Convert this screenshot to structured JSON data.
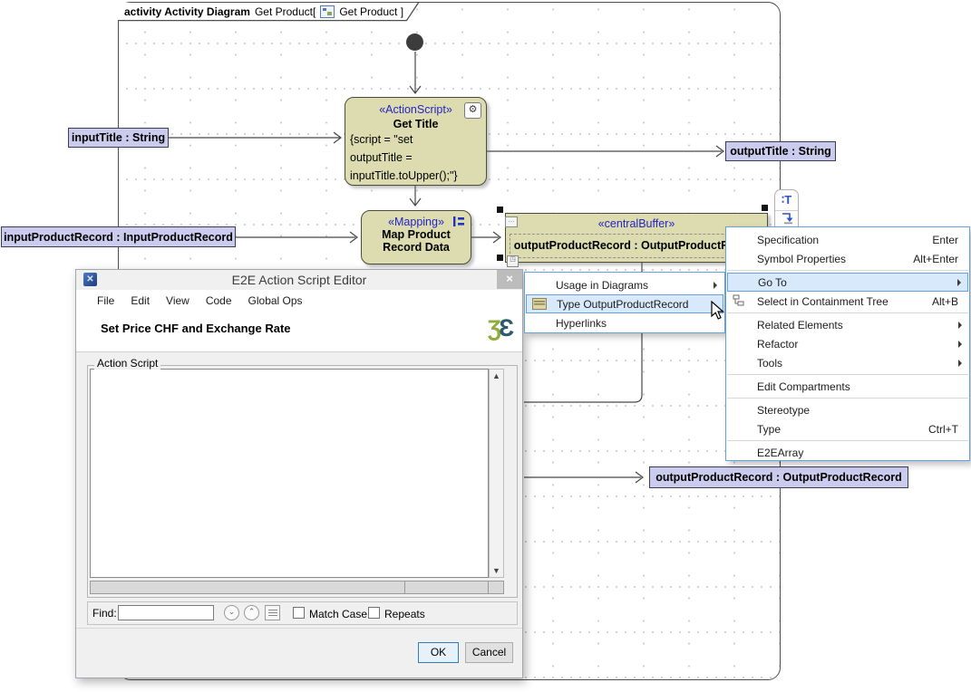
{
  "colors": {
    "node_fill": "#dcdcb0",
    "node_border": "#4c4c38",
    "param_fill": "#cbcbee",
    "param_border": "#3c3c55",
    "stereotype_text": "#2424c4",
    "menu_border": "#63a2e0",
    "menu_highlight": "#d7e9fb",
    "focus_button_border": "#2d7dc1",
    "grid_dot": "#c9c9c9",
    "connector": "#474747",
    "close_button_bg": "#bcbcbc"
  },
  "frame": {
    "title_bold": "activity Activity Diagram",
    "title_context": "Get Product[",
    "title_suffix": "Get Product ]",
    "icon": "activity-diagram-icon"
  },
  "nodes": {
    "get_title": {
      "stereotype": "«ActionScript»",
      "name": "Get Title",
      "script_line1": "{script = \"set",
      "script_line2": "outputTitle =",
      "script_line3": "inputTitle.toUpper();\"}",
      "icon": "gear-icon"
    },
    "map_product": {
      "stereotype": "«Mapping»",
      "name_line1": "Map Product",
      "name_line2": "Record Data",
      "icon": "mapping-icon"
    },
    "central_buffer": {
      "stereotype": "«centralBuffer»",
      "name": "outputProductRecord : OutputProductRecord"
    }
  },
  "params": {
    "input_title": "inputTitle : String",
    "output_title": "outputTitle : String",
    "input_product_record": "inputProductRecord : InputProductRecord",
    "output_product_record": "outputProductRecord : OutputProductRecord"
  },
  "mini_toolbar": {
    "text_icon_glyph": "∶T"
  },
  "dialog": {
    "title": "E2E Action Script Editor",
    "close": "×",
    "menus": [
      "File",
      "Edit",
      "View",
      "Code",
      "Global Ops"
    ],
    "heading": "Set Price CHF and Exchange Rate",
    "logo_glyph1": "Ʒ",
    "logo_glyph2": "Ɛ",
    "group_label": "Action Script",
    "scroll_up": "▲",
    "scroll_down": "▼",
    "find_label": "Find:",
    "find_value": "",
    "find_next_glyph": "⌄",
    "find_prev_glyph": "⌃",
    "match_case_label": "Match Case",
    "repeats_label": "Repeats",
    "ok_label": "OK",
    "cancel_label": "Cancel"
  },
  "context_menu": {
    "items": [
      {
        "label": "Specification",
        "shortcut": "Enter"
      },
      {
        "label": "Symbol Properties",
        "shortcut": "Alt+Enter"
      },
      {
        "label": "Go To",
        "submenu": true,
        "highlighted": true
      },
      {
        "label": "Select in Containment Tree",
        "shortcut": "Alt+B",
        "icon": "containment-tree-icon"
      },
      {
        "label": "Related Elements",
        "submenu": true
      },
      {
        "label": "Refactor",
        "submenu": true
      },
      {
        "label": "Tools",
        "submenu": true
      },
      {
        "label": "Edit Compartments"
      },
      {
        "label": "Stereotype"
      },
      {
        "label": "Type",
        "shortcut": "Ctrl+T"
      },
      {
        "label": "E2EArray"
      }
    ]
  },
  "go_to_submenu": {
    "items": [
      {
        "label": "Usage in Diagrams",
        "submenu": true
      },
      {
        "label": "Type OutputProductRecord",
        "highlighted": true,
        "icon": "buffer-type-icon"
      },
      {
        "label": "Hyperlinks"
      }
    ]
  }
}
